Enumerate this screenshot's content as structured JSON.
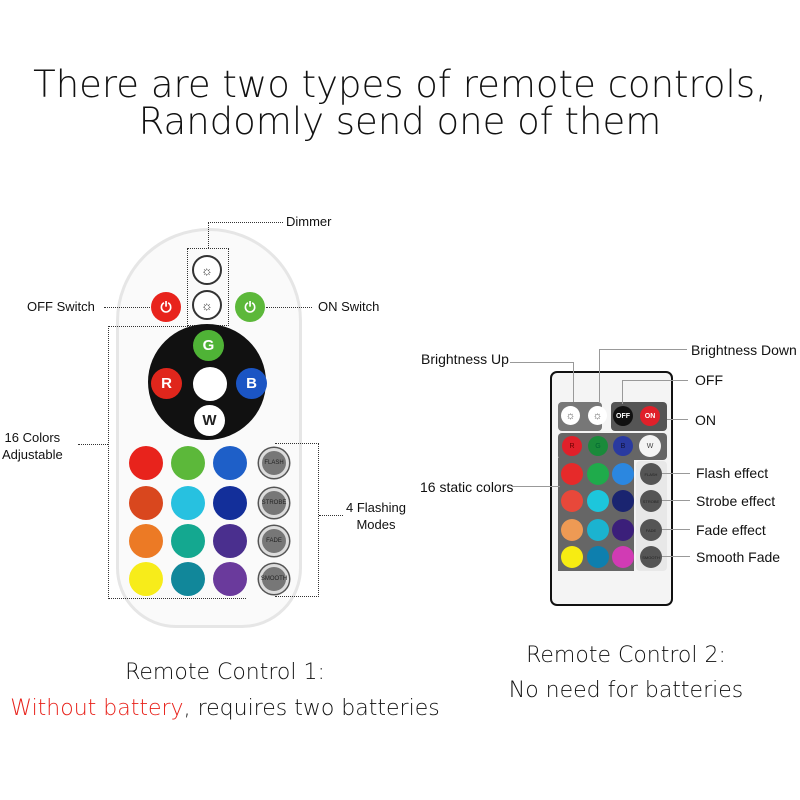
{
  "title": {
    "line1": "There are two types of remote controls,",
    "line2": "Randomly send one of them"
  },
  "remote1": {
    "labels": {
      "dimmer": "Dimmer",
      "off_switch": "OFF Switch",
      "on_switch": "ON Switch",
      "colors_line1": "16 Colors",
      "colors_line2": "Adjustable",
      "modes_line1": "4 Flashing",
      "modes_line2": "Modes"
    },
    "buttons": {
      "off": "OFF",
      "on": "ON",
      "g": "G",
      "r": "R",
      "b": "B",
      "w": "W"
    },
    "color_columns": [
      [
        "#e8231c",
        "#d9471e",
        "#ec7a25",
        "#f7ec1a"
      ],
      [
        "#5cb83a",
        "#27c1e0",
        "#14a890",
        "#11879a"
      ],
      [
        "#1e5fc8",
        "#132f9a",
        "#4a2f8e",
        "#6a3a9c"
      ]
    ],
    "modes": [
      "FLASH",
      "STROBE",
      "FADE",
      "SMOOTH"
    ],
    "caption_line1": "Remote Control 1:",
    "caption_red": "Without battery",
    "caption_rest": ", requires two batteries",
    "accent": "#e8231c"
  },
  "remote2": {
    "labels": {
      "brightness_up": "Brightness Up",
      "brightness_down": "Brightness Down",
      "off": "OFF",
      "on": "ON",
      "static": "16 static colors",
      "flash": "Flash effect",
      "strobe": "Strobe effect",
      "fade": "Fade effect",
      "smooth": "Smooth Fade"
    },
    "buttons": {
      "off": "OFF",
      "on": "ON",
      "r": "R",
      "g": "G",
      "b": "B",
      "w": "W"
    },
    "color_rows": [
      [
        "#e62a2a",
        "#1fab4b",
        "#2b87e0"
      ],
      [
        "#e8483a",
        "#1dc6dc",
        "#1a2470"
      ],
      [
        "#ee9a54",
        "#1bb3d0",
        "#3b1f7a"
      ],
      [
        "#f7ec12",
        "#0e7fae",
        "#d13bb4"
      ]
    ],
    "modes": [
      "FLASH",
      "STROBE",
      "FADE",
      "SMOOTH"
    ],
    "caption_line1": "Remote Control 2:",
    "caption_line2": "No need for batteries"
  }
}
